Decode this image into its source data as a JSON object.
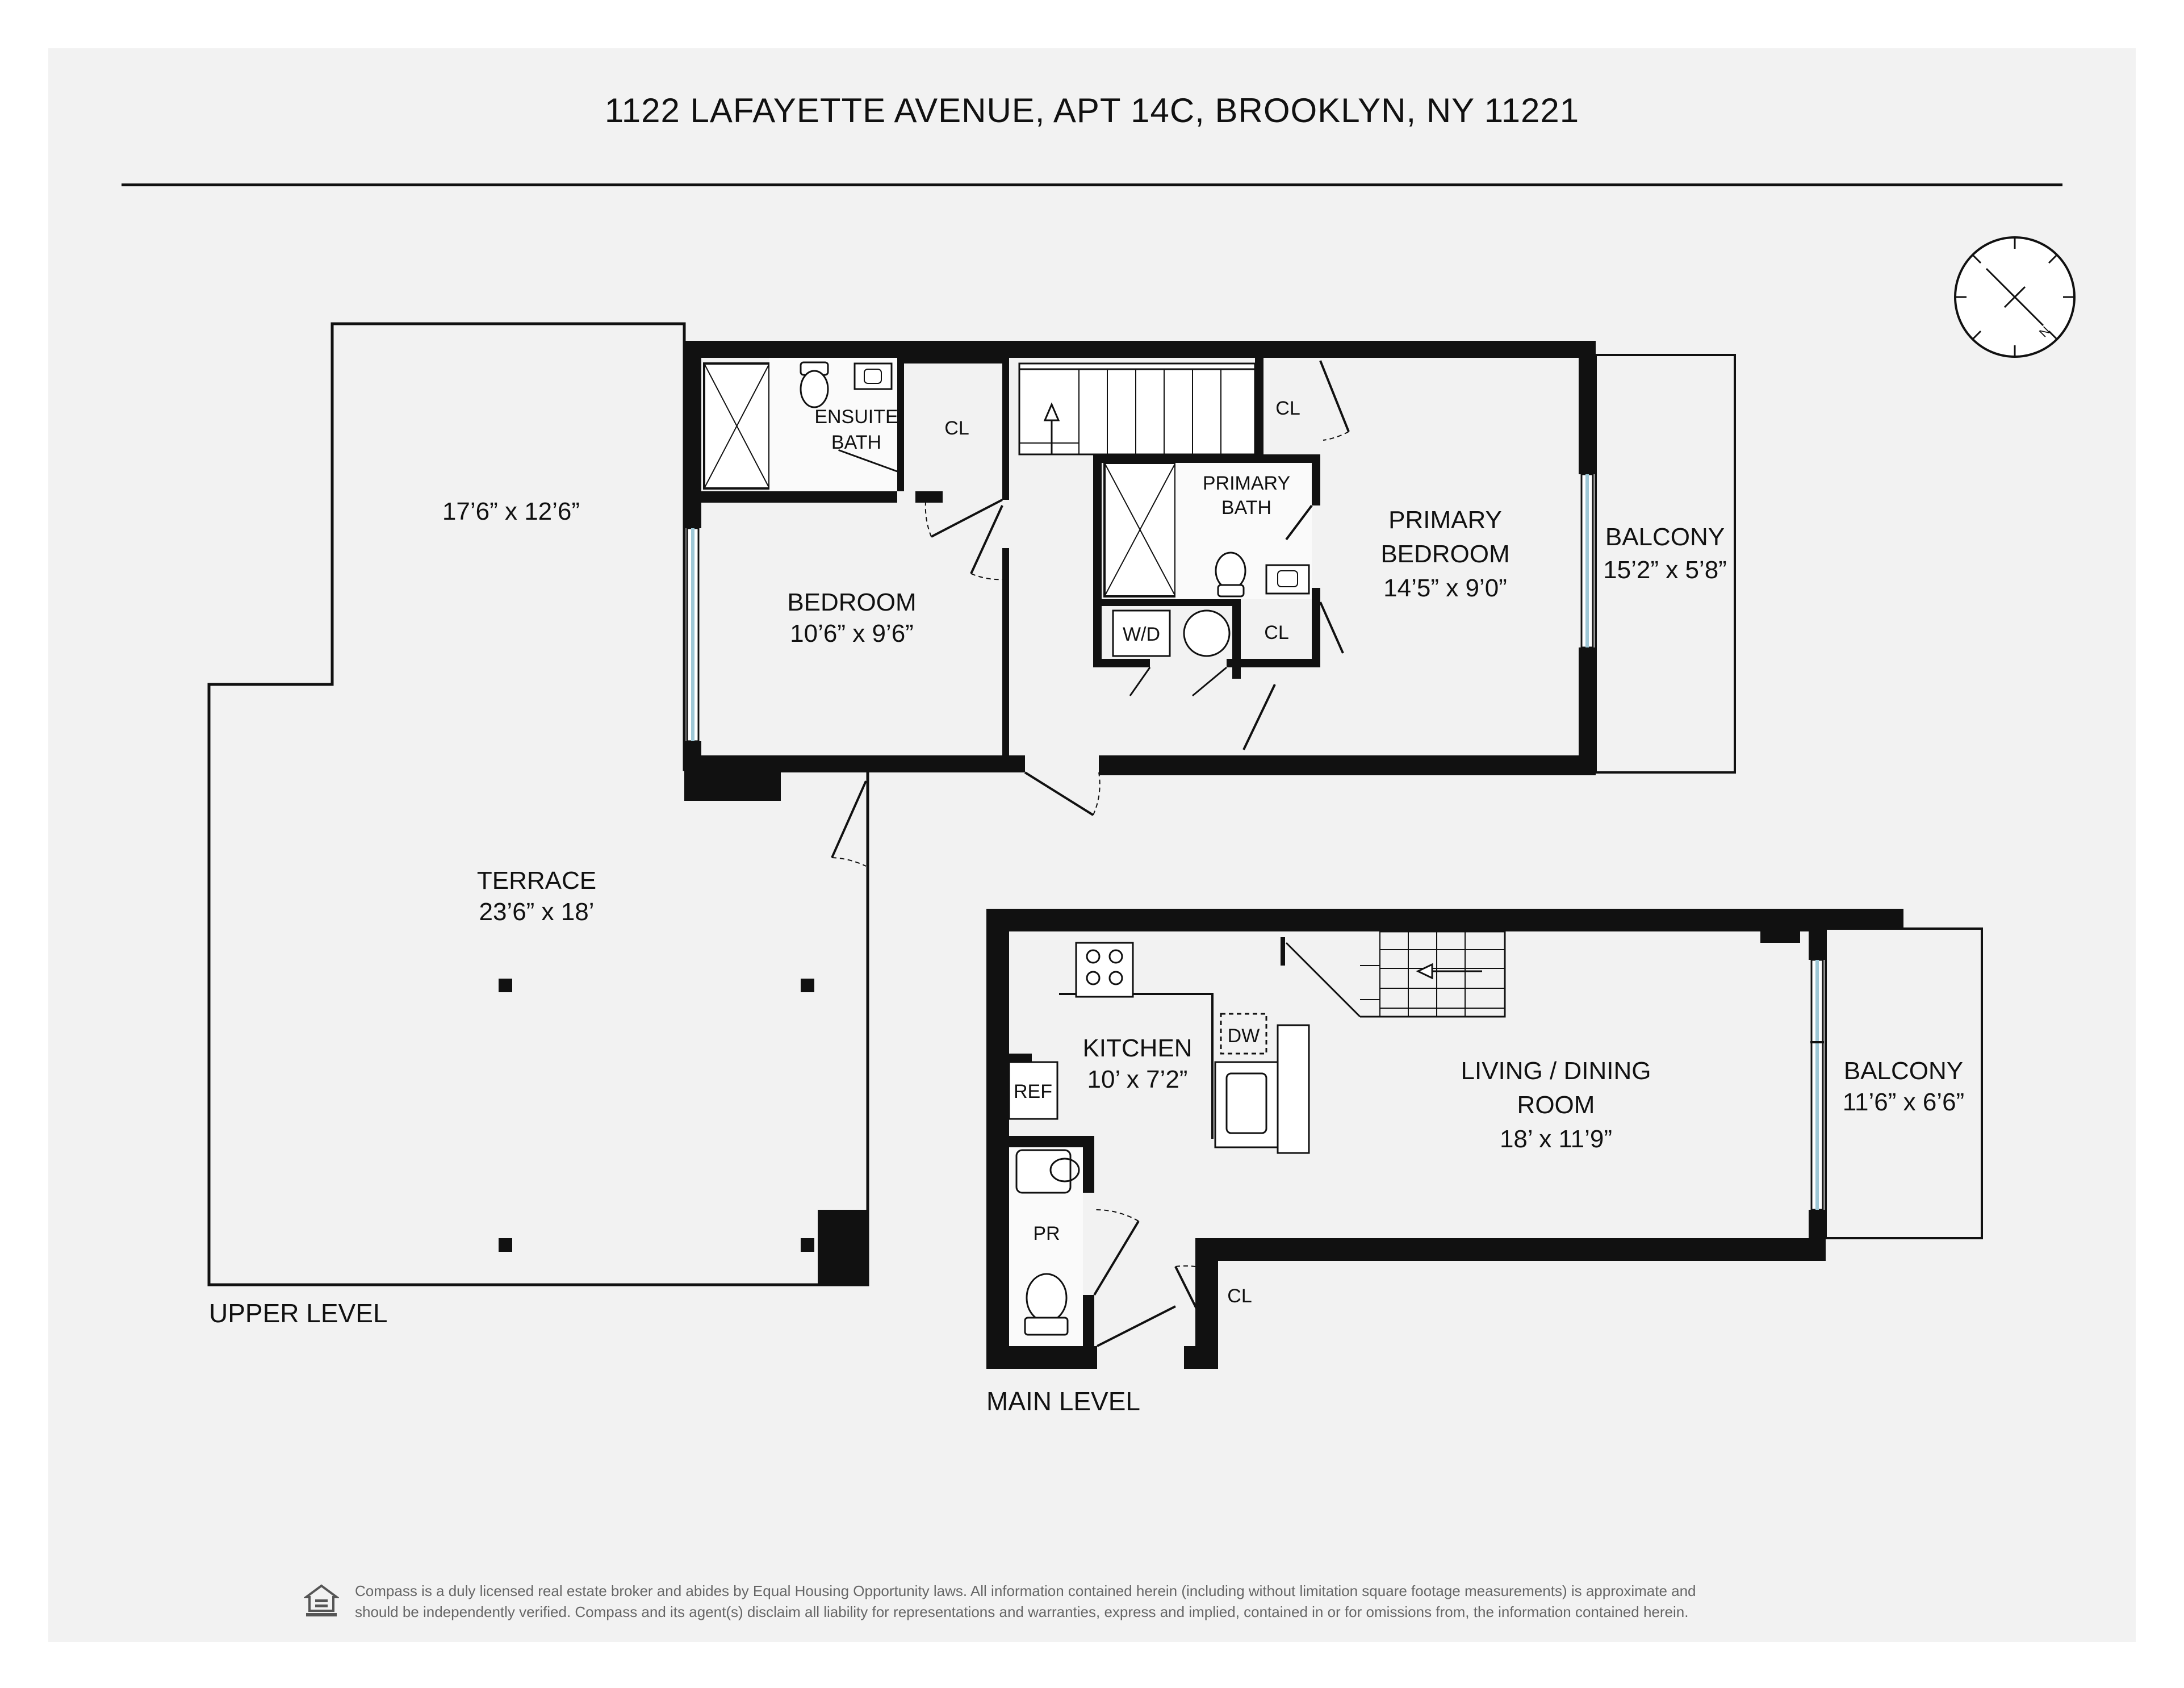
{
  "title": "1122 LAFAYETTE AVENUE, APT 14C, BROOKLYN, NY 11221",
  "upper_level": {
    "label": "UPPER LEVEL",
    "rooms": {
      "terrace_upper_dims": "17’6” x 12’6”",
      "terrace_name": "TERRACE",
      "terrace_dims": "23’6” x 18’",
      "ensuite_bath_line1": "ENSUITE",
      "ensuite_bath_line2": "BATH",
      "closet_bedroom": "CL",
      "bedroom_name": "BEDROOM",
      "bedroom_dims": "10’6” x 9’6”",
      "closet_primary_top": "CL",
      "primary_bath_line1": "PRIMARY",
      "primary_bath_line2": "BATH",
      "washer_dryer": "W/D",
      "closet_hall": "CL",
      "primary_bedroom_line1": "PRIMARY",
      "primary_bedroom_line2": "BEDROOM",
      "primary_bedroom_dims": "14’5” x 9’0”",
      "balcony_name": "BALCONY",
      "balcony_dims": "15’2” x 5’8”"
    }
  },
  "main_level": {
    "label": "MAIN LEVEL",
    "rooms": {
      "kitchen_name": "KITCHEN",
      "kitchen_dims": "10’ x 7’2”",
      "dishwasher": "DW",
      "refrigerator": "REF",
      "powder_room": "PR",
      "closet": "CL",
      "living_line1": "LIVING / DINING",
      "living_line2": "ROOM",
      "living_dims": "18’ x 11’9”",
      "balcony_name": "BALCONY",
      "balcony_dims": "11’6” x 6’6”"
    }
  },
  "compass": {
    "north_label": "N"
  },
  "footer": {
    "line1": "Compass is a duly licensed real estate broker and abides by Equal Housing Opportunity laws. All information contained herein (including without limitation square footage measurements) is approximate and",
    "line2": "should be independently verified. Compass and its agent(s) disclaim all liability for representations and warranties, express and implied, contained in or for omissions from, the information contained herein."
  },
  "colors": {
    "wall": "#111111",
    "background": "#f2f2f2",
    "window": "#9ec7d6"
  }
}
